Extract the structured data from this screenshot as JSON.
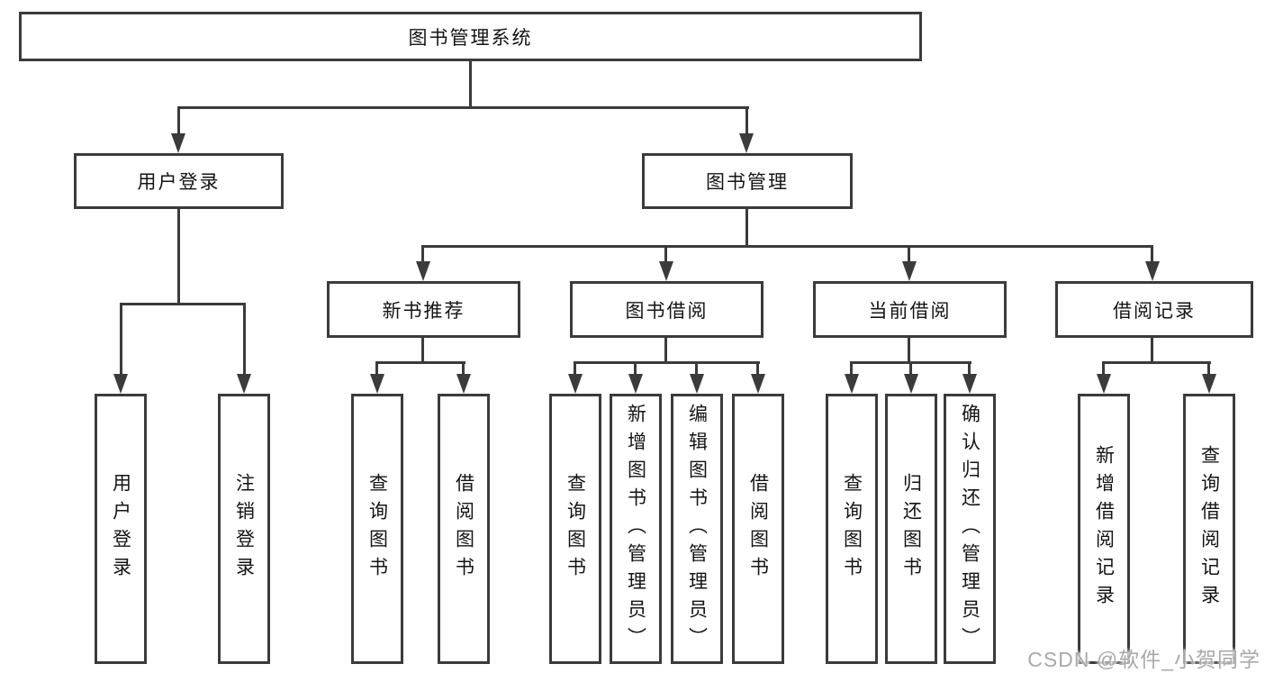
{
  "diagram": {
    "root_label": "图书管理系统",
    "login_branch": {
      "label": "用户登录",
      "children": [
        "用户登录",
        "注销登录"
      ]
    },
    "management_branch": {
      "label": "图书管理",
      "sections": [
        {
          "label": "新书推荐",
          "children": [
            "查询图书",
            "借阅图书"
          ]
        },
        {
          "label": "图书借阅",
          "children": [
            "查询图书",
            "新增图书（管理员）",
            "编辑图书（管理员）",
            "借阅图书"
          ]
        },
        {
          "label": "当前借阅",
          "children": [
            "查询图书",
            "归还图书",
            "确认归还（管理员）"
          ]
        },
        {
          "label": "借阅记录",
          "children": [
            "新增借阅记录",
            "查询借阅记录"
          ]
        }
      ]
    }
  },
  "watermark": {
    "text": "CSDN @软件_小贺同学"
  },
  "colors": {
    "line": "#3b3b3b",
    "text": "#141414",
    "background": "#ffffff",
    "watermark": "#a9a9a9"
  }
}
